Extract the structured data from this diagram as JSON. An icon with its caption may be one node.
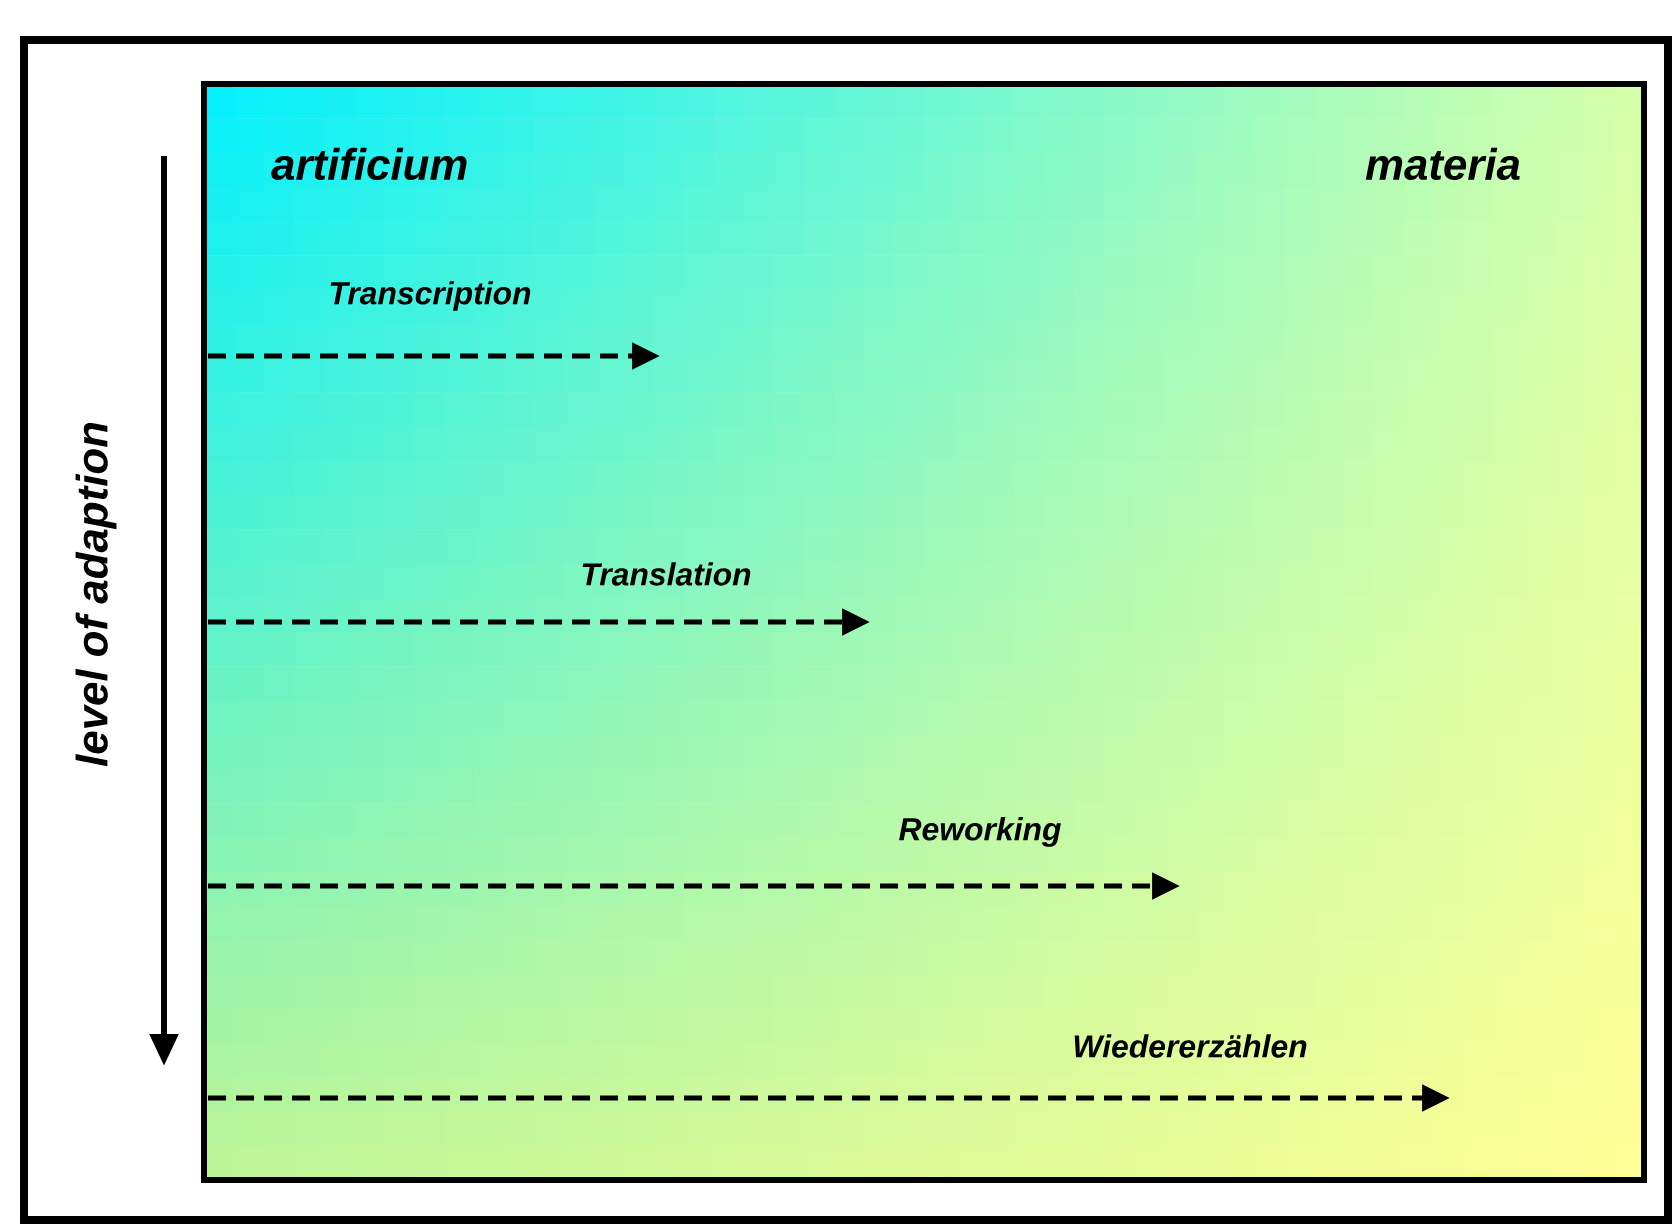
{
  "diagram": {
    "nodes": [
      {
        "text": [
          "artificium",
          "materia"
        ]
      }
    ],
    "labels": [
      "level of adaption",
      "Transcription",
      "Translation",
      "Reworking",
      "Wiedererzählen"
    ]
  }
}
